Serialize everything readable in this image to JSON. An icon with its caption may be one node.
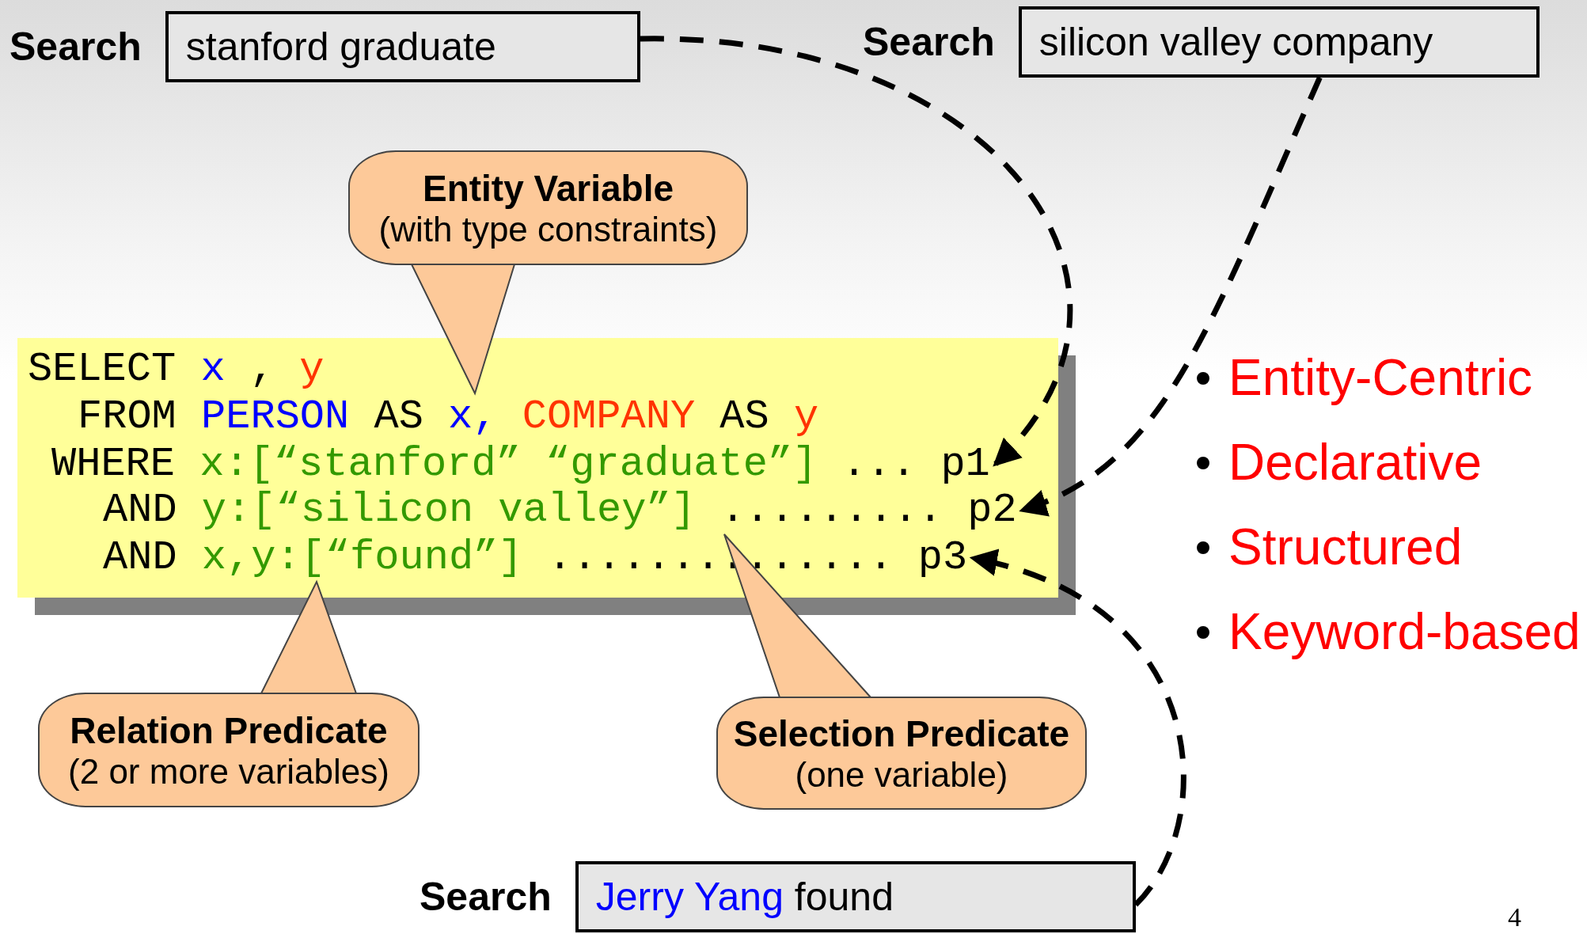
{
  "diagram": {
    "nodes": [
      {
        "text": [
          "Search",
          "stanford graduate"
        ]
      },
      {
        "text": [
          "Search",
          "silicon valley company"
        ]
      },
      {
        "text": [],
        "shape": "box"
      },
      {
        "text": [
          "SELECT x , y"
        ],
        "in": 2
      },
      {
        "text": [
          "FROM PERSON AS x, COMPANY AS y"
        ],
        "in": 2
      },
      {
        "text": [
          "WHERE x:[“stanford” “graduate”] ... p1"
        ],
        "in": 2
      },
      {
        "text": [
          "AND y:[“silicon valley”] ......... p2"
        ],
        "in": 2
      },
      {
        "text": [
          "AND x,y:[“found”] .............. p3"
        ],
        "in": 2
      },
      {
        "text": [
          "Entity Variable",
          "(with type constraints)"
        ]
      },
      {
        "text": [
          "Relation Predicate",
          "(2 or more variables)"
        ]
      },
      {
        "text": [
          "Selection Predicate",
          "(one variable)"
        ]
      },
      {
        "text": [
          "Search",
          "Jerry Yang found"
        ]
      }
    ],
    "edges": [
      {
        "from": 0,
        "to": 5,
        "arrow": "to",
        "style": "dashed"
      },
      {
        "from": 1,
        "to": 6,
        "arrow": "to",
        "style": "dashed"
      },
      {
        "from": 11,
        "to": 7,
        "arrow": "to",
        "style": "dashed"
      },
      {
        "from": 8,
        "to": 4,
        "arrow": "none"
      },
      {
        "from": 9,
        "to": 7,
        "arrow": "none"
      },
      {
        "from": 10,
        "to": 6,
        "arrow": "none"
      }
    ],
    "labels": [
      "Entity-Centric",
      "Declarative",
      "Structured",
      "Keyword-based",
      "4"
    ]
  }
}
